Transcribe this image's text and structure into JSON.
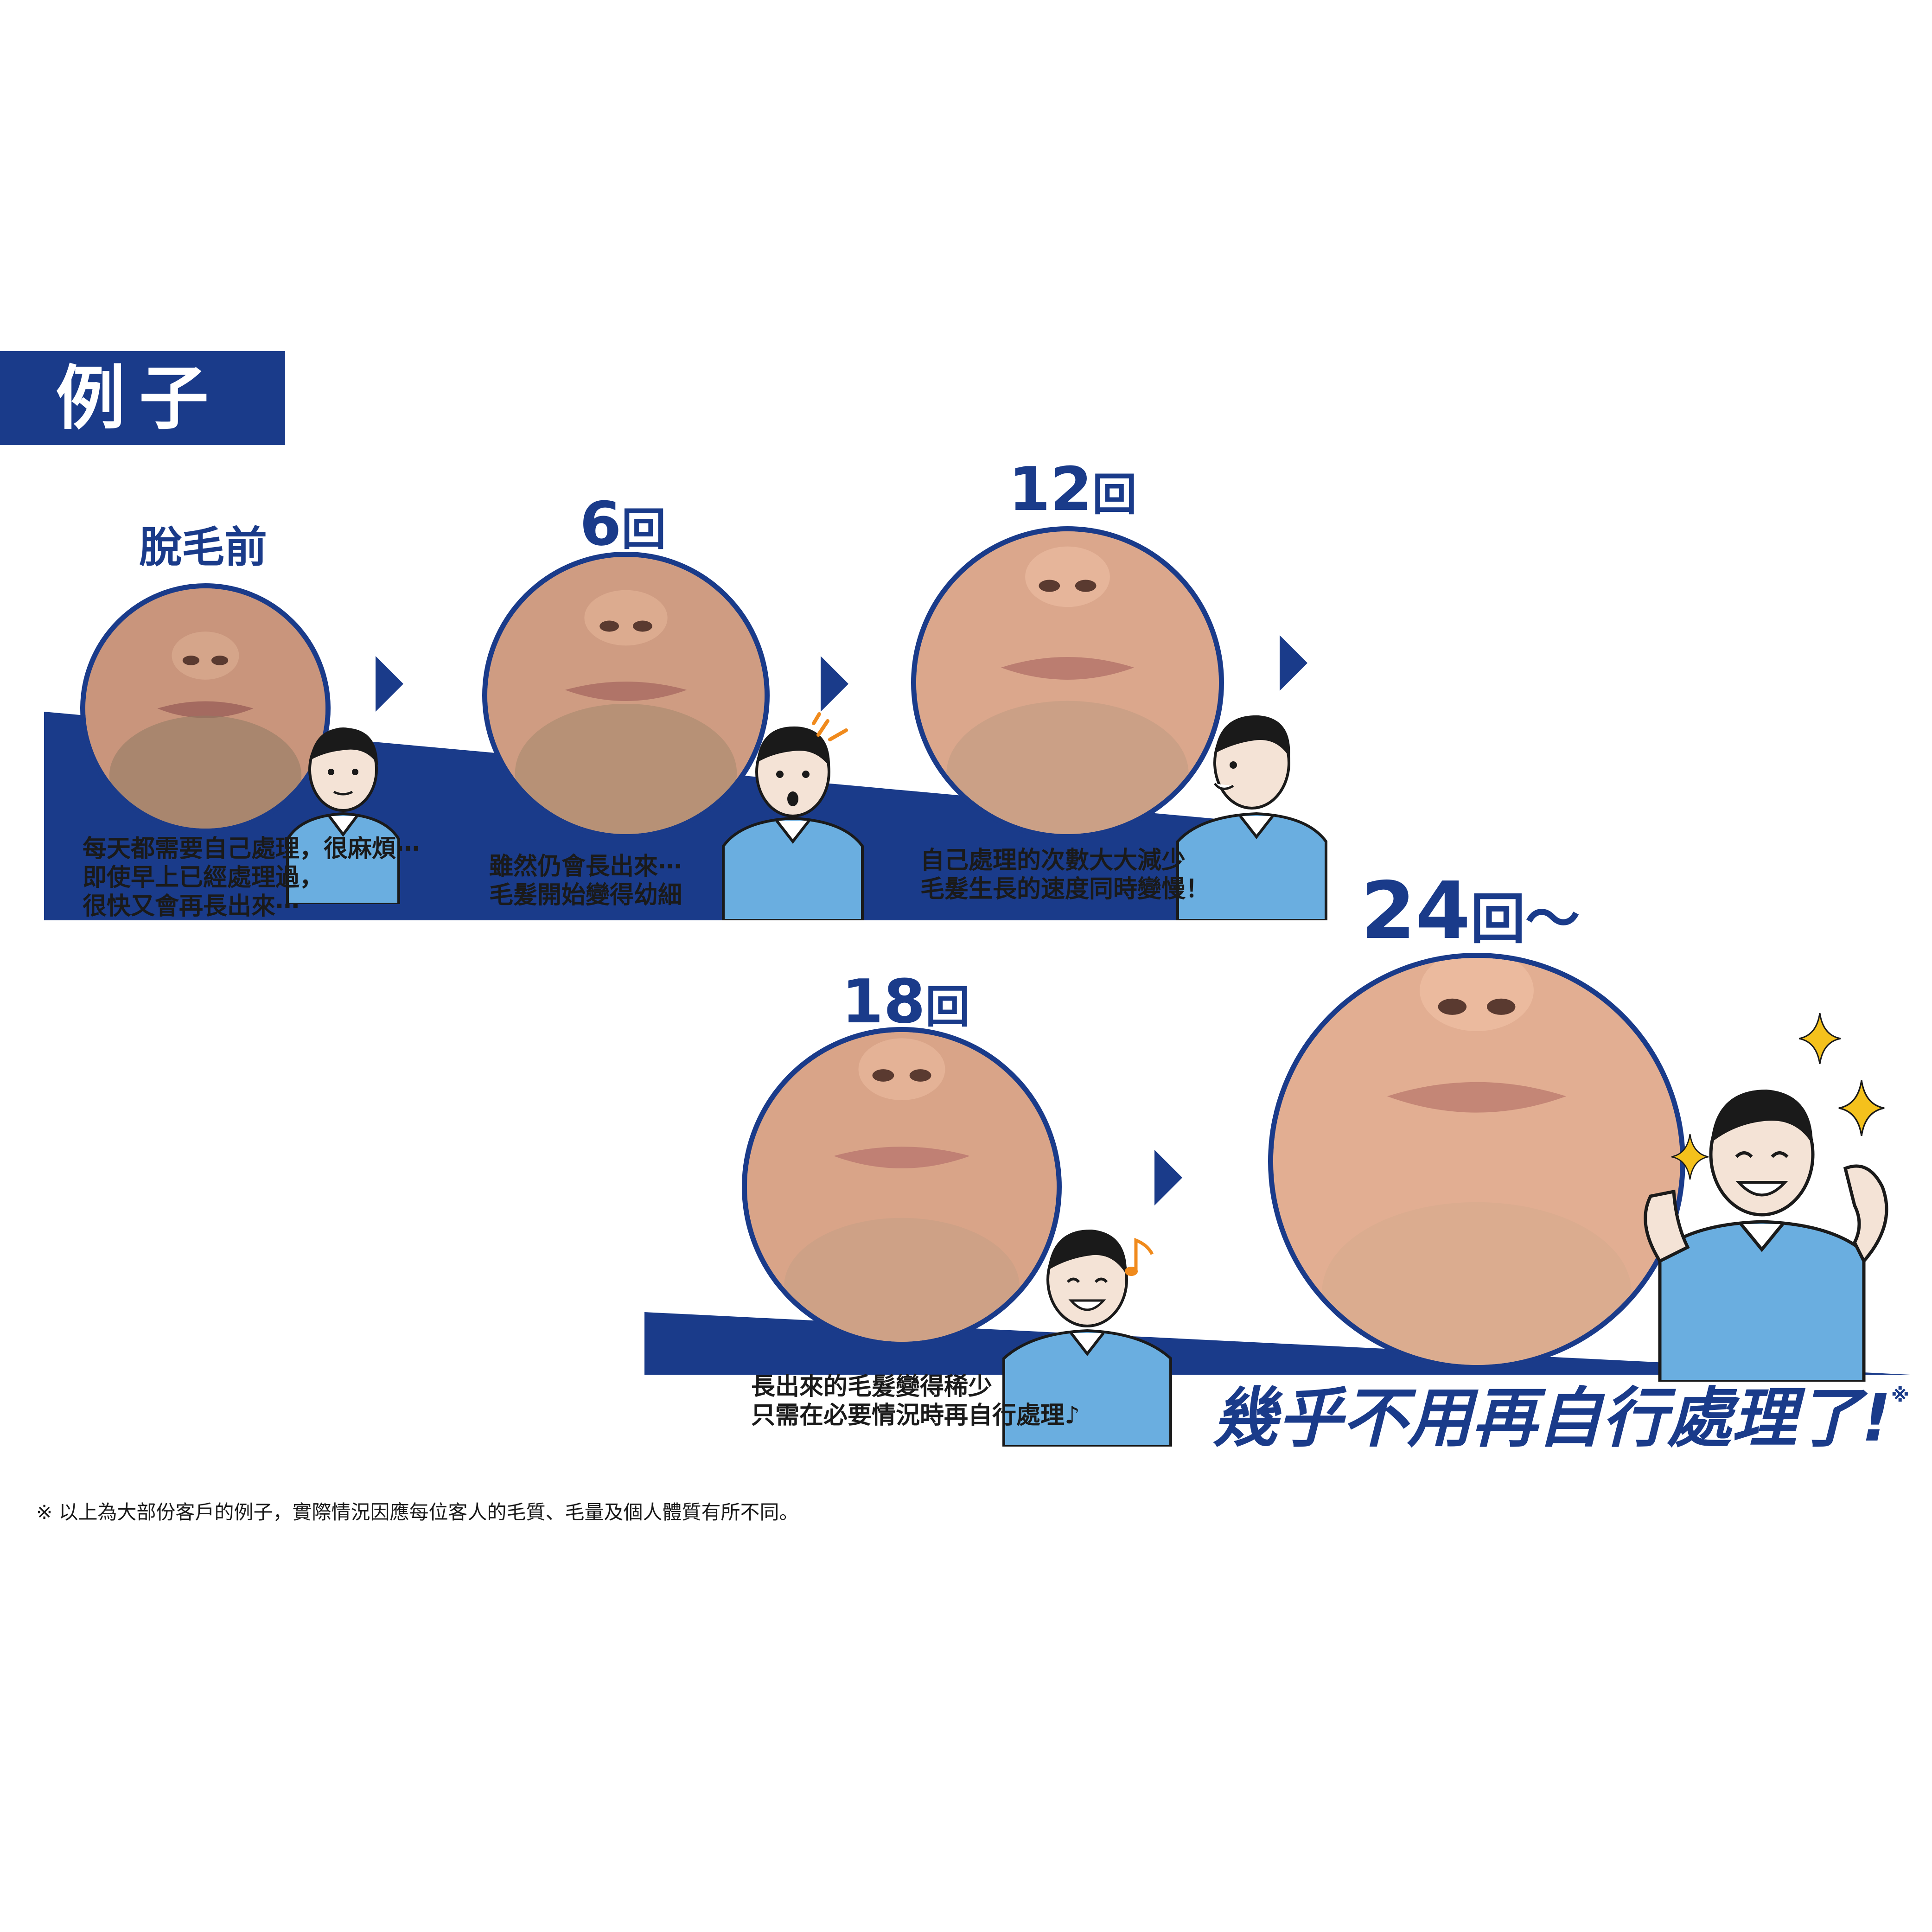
{
  "header": {
    "title": "例子"
  },
  "stages": [
    {
      "label": "脫毛前",
      "caption_lines": [
        "每天都需要自己處理，很麻煩⋯",
        "即使早上已經處理過，",
        "很快又會再長出來⋯"
      ]
    },
    {
      "label_num": "6",
      "label_unit": "回",
      "caption_lines": [
        "雖然仍會長出來⋯",
        "毛髮開始變得幼細"
      ]
    },
    {
      "label_num": "12",
      "label_unit": "回",
      "caption_lines": [
        "自己處理的次數大大減少",
        "毛髮生長的速度同時變慢！"
      ]
    },
    {
      "label_num": "18",
      "label_unit": "回",
      "caption_lines": [
        "長出來的毛髮變得稀少",
        "只需在必要情況時再自行處理♪"
      ]
    },
    {
      "label_num": "24",
      "label_unit": "回～",
      "caption_lines": []
    }
  ],
  "final_message": "幾乎不用再自行處理了!",
  "final_mark": "※",
  "footnote": "※ 以上為大部份客戶的例子，實際情況因應每位客人的毛質、毛量及個人體質有所不同。",
  "colors": {
    "brand_navy": "#1a3b8a",
    "shirt_blue": "#6aaee0",
    "skin": "#e3b397",
    "sparkle": "#f4c11c",
    "note_orange": "#f08a1c"
  },
  "icons": [
    "arrow-right-icon",
    "sparkle-icon",
    "music-note-icon",
    "surprise-lines-icon"
  ]
}
